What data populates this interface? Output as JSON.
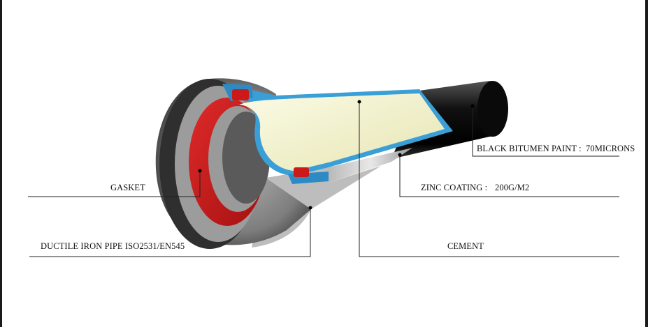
{
  "labels": {
    "gasket": "GASKET",
    "ductile_iron_pipe": "DUCTILE IRON PIPE ISO2531/EN545",
    "zinc_coating": "ZINC COATING :",
    "zinc_coating_value": "200G/M2",
    "black_bitumen_paint": "BLACK BITUMEN PAINT :",
    "black_bitumen_value": "70MICRONS",
    "cement": "CEMENT"
  },
  "colors": {
    "bitumen_black": "#111111",
    "cement_cream": "#f1f0c9",
    "coating_blue": "#3a9fd6",
    "gasket_red": "#cc1a1a",
    "iron_gray": "#8a8a8a",
    "zinc_silver": "#d8d8d8"
  }
}
